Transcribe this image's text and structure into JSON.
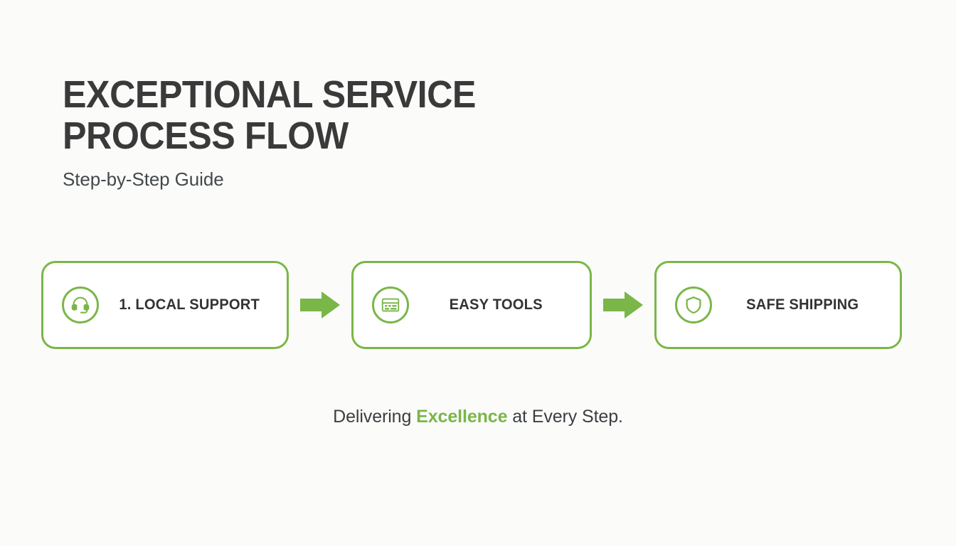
{
  "page": {
    "background_color": "#fbfcfa",
    "accent_color": "#7ab648",
    "text_color": "#3a3a3a"
  },
  "header": {
    "title": "EXCEPTIONAL SERVICE\nPROCESS FLOW",
    "subtitle": "Step-by-Step Guide"
  },
  "flow": {
    "steps": [
      {
        "label": "1. LOCAL SUPPORT",
        "icon": "headset-icon"
      },
      {
        "label": "EASY TOOLS",
        "icon": "card-table-icon"
      },
      {
        "label": "SAFE SHIPPING",
        "icon": "shield-icon"
      }
    ],
    "connector_icon": "arrow-right-icon"
  },
  "tagline": {
    "before": "Delivering ",
    "accent": "Excellence",
    "after": " at Every Step."
  }
}
